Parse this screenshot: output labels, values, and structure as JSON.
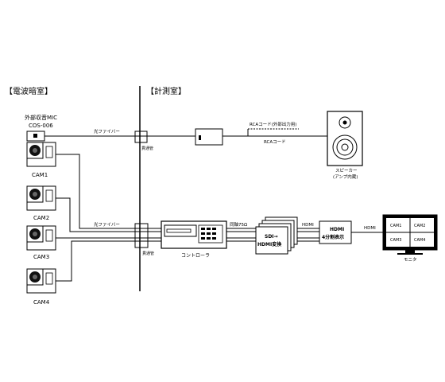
{
  "rooms": {
    "left": "【電波暗室】",
    "right": "【計測室】"
  },
  "mic": {
    "label_line1": "外部収音MIC",
    "label_line2": "COS-006"
  },
  "cameras": [
    {
      "label": "CAM1"
    },
    {
      "label": "CAM2"
    },
    {
      "label": "CAM3"
    },
    {
      "label": "CAM4"
    }
  ],
  "cables": {
    "fiber_top": "光ファイバー",
    "fiber_bottom": "光ファイバー",
    "coax": "同軸75Ω",
    "hdmi_1": "HDMI",
    "hdmi_2": "HDMI",
    "rca_external": "RCAコード(外部出力用)",
    "rca": "RCAコード"
  },
  "penetrations": {
    "top": "貫通管",
    "bottom": "貫通管"
  },
  "devices": {
    "controller": "コントローラ",
    "sdi_line1": "SDI→",
    "sdi_line2": "HDMI変換",
    "quad_line1": "HDMI",
    "quad_line2": "4分割表示",
    "speaker_line1": "スピーカー",
    "speaker_line2": "(アンプ内蔵)",
    "monitor": "モニタ"
  },
  "monitor_quadrants": [
    "CAM1",
    "CAM2",
    "CAM3",
    "CAM4"
  ],
  "colors": {
    "line": "#000000",
    "background": "#ffffff"
  }
}
